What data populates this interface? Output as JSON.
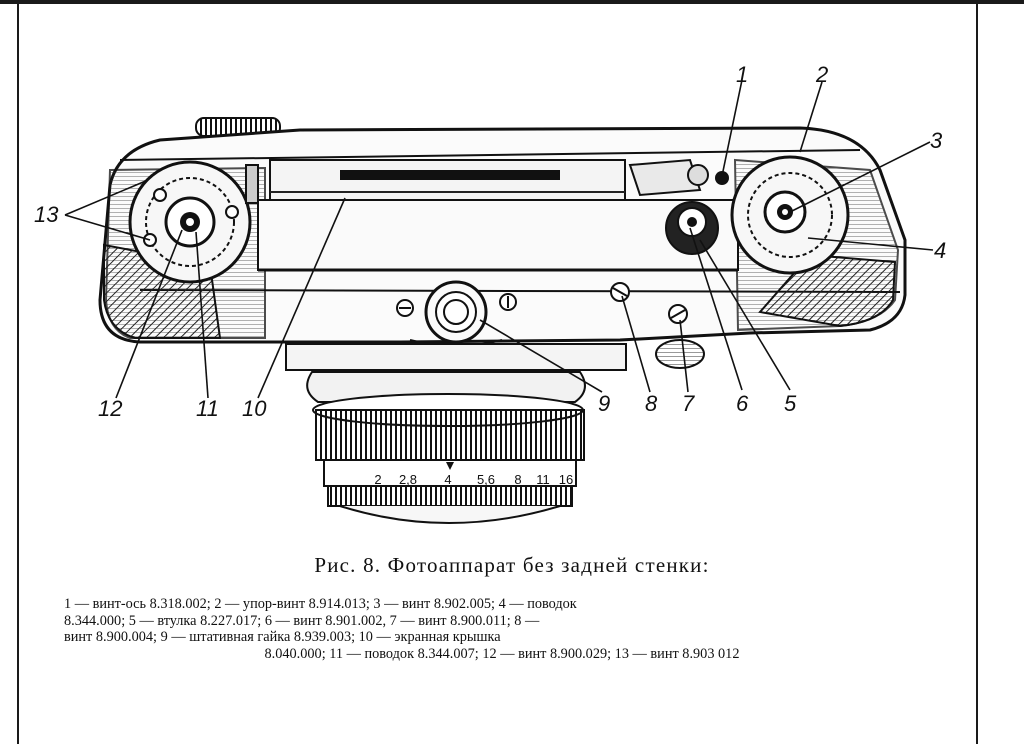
{
  "figure": {
    "caption": "Рис. 8. Фотоаппарат без задней стенки:",
    "callouts": [
      "1",
      "2",
      "3",
      "4",
      "5",
      "6",
      "7",
      "8",
      "9",
      "10",
      "11",
      "12",
      "13"
    ],
    "lens_scale_labels": [
      "2",
      "2,8",
      "4",
      "5,6",
      "8",
      "11",
      "16"
    ],
    "legend_lines": [
      "1 — винт-ось 8.318.002;   2 — упор-винт 8.914.013;   3 — винт 8.902.005; 4 — поводок",
      "8.344.000; 5 — втулка 8.227.017;   6 — винт 8.901.002,   7 — винт 8.900.011; 8 —",
      "винт   8.900.004;   9 — штативная   гайка   8.939.003;   10 — экранная   крышка",
      "8.040.000; 11 — поводок 8.344.007; 12 — винт 8.900.029; 13 — винт 8.903 012"
    ]
  }
}
